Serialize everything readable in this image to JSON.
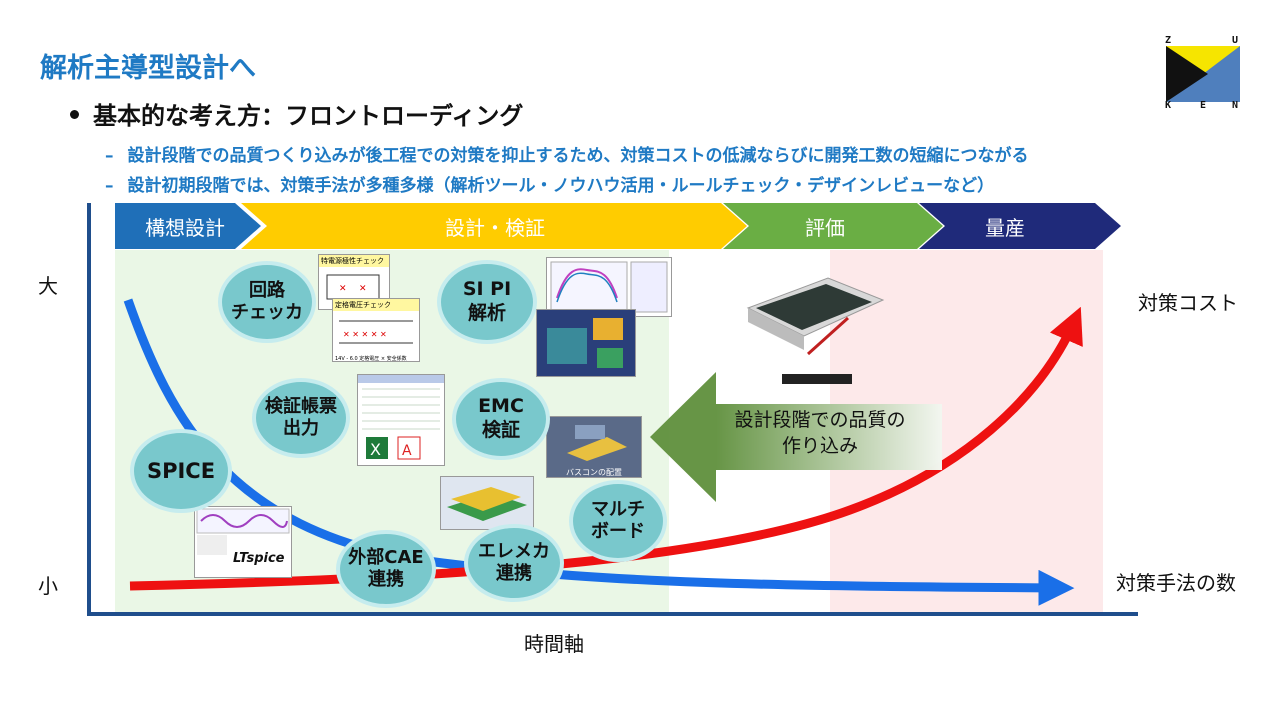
{
  "header": {
    "title": "解析主導型設計へ",
    "bullet": "基本的な考え方：フロントローディング",
    "sub_items": [
      "設計段階での品質つくり込みが後工程での対策を抑止するため、対策コストの低減ならびに開発工数の短縮につながる",
      "設計初期段階では、対策手法が多種多様（解析ツール・ノウハウ活用・ルールチェック・デザインレビューなど）"
    ],
    "dash": "–"
  },
  "logo": {
    "letters": [
      "Z",
      "U",
      "K",
      "E",
      "N"
    ],
    "colors": {
      "yellow": "#f6e500",
      "black": "#111111",
      "blue": "#4f7fbd"
    }
  },
  "phases": [
    {
      "label": "構想設計",
      "color": "#1f6fb8"
    },
    {
      "label": "設計・検証",
      "color": "#ffcc00"
    },
    {
      "label": "評価",
      "color": "#5aa93a"
    },
    {
      "label": "量産",
      "color": "#1f2a7a"
    }
  ],
  "axes": {
    "y_high": "大",
    "y_low": "小",
    "x": "時間軸"
  },
  "legend": {
    "cost": "対策コスト",
    "methods": "対策手法の数"
  },
  "bubbles": {
    "circuit_check": "回路\nチェッカ",
    "si_pi": "SI PI\n解析",
    "report": "検証帳票\n出力",
    "emc": "EMC\n検証",
    "spice": "SPICE",
    "multi_board": "マルチ\nボード",
    "external_cae": "外部CAE\n連携",
    "mecha": "エレメカ\n連携"
  },
  "thumbnails": {
    "circuit_check_title": "特電源極性チェック",
    "circuit_check_sub": "定格電圧チェック",
    "circuit_check_footer": "14V - 6.0 定格電圧 × 安全係数",
    "busbar_caption": "バスコンの配置",
    "ltspice": "LTspice"
  },
  "big_arrow": {
    "text": "設計段階での品質の\n作り込み",
    "color": "#5a8a3a"
  },
  "colors": {
    "cost_curve": "#ee1111",
    "methods_curve": "#1a6fe8",
    "axis": "#1f4e8c",
    "bubble": "#79c8cc"
  }
}
